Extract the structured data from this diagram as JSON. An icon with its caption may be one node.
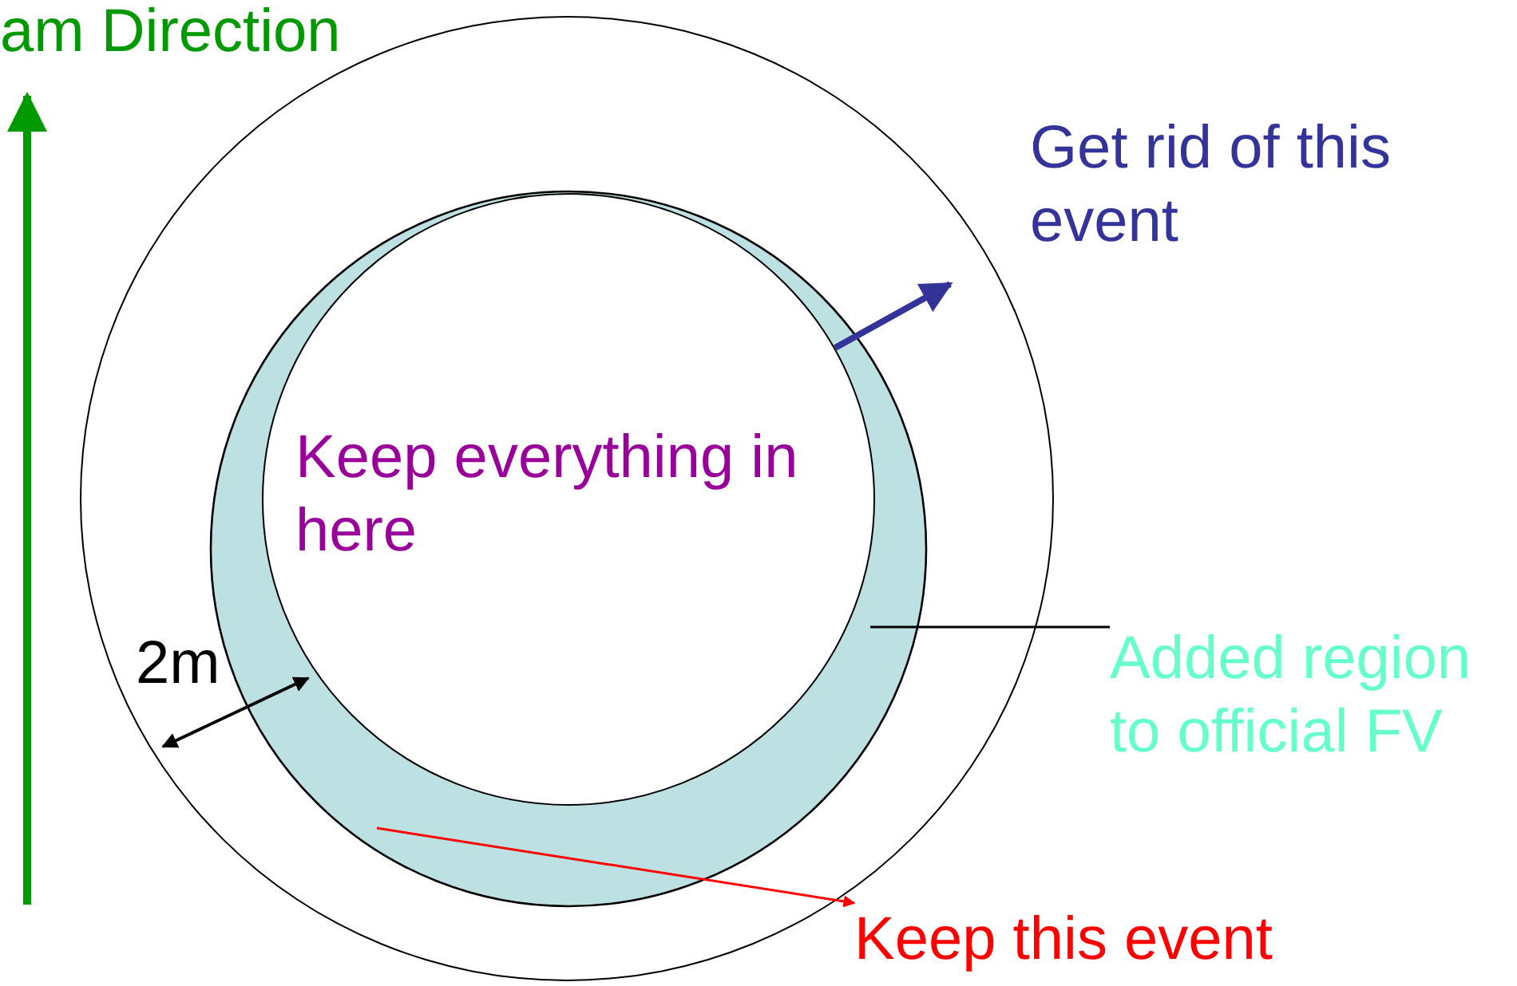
{
  "diagram": {
    "nodes": [
      {
        "text": [],
        "shape": "circle"
      },
      {
        "text": [],
        "shape": "crescent",
        "in": 0
      },
      {
        "text": [
          "Keep everything in here"
        ],
        "in": 1
      },
      {
        "text": [
          "Get rid of this event"
        ]
      },
      {
        "text": [
          "Added region to official FV"
        ]
      },
      {
        "text": [
          "Keep this event"
        ]
      }
    ],
    "edges": [
      {
        "from": 2,
        "to": 3,
        "arrow": "to",
        "color": "#333399",
        "style": "thick"
      },
      {
        "from": 4,
        "to": 1,
        "arrow": "none",
        "color": "#000000"
      },
      {
        "from": 1,
        "to": 5,
        "arrow": "to",
        "color": "#ff0000"
      }
    ],
    "labels": [
      "am Direction",
      "2m"
    ]
  }
}
